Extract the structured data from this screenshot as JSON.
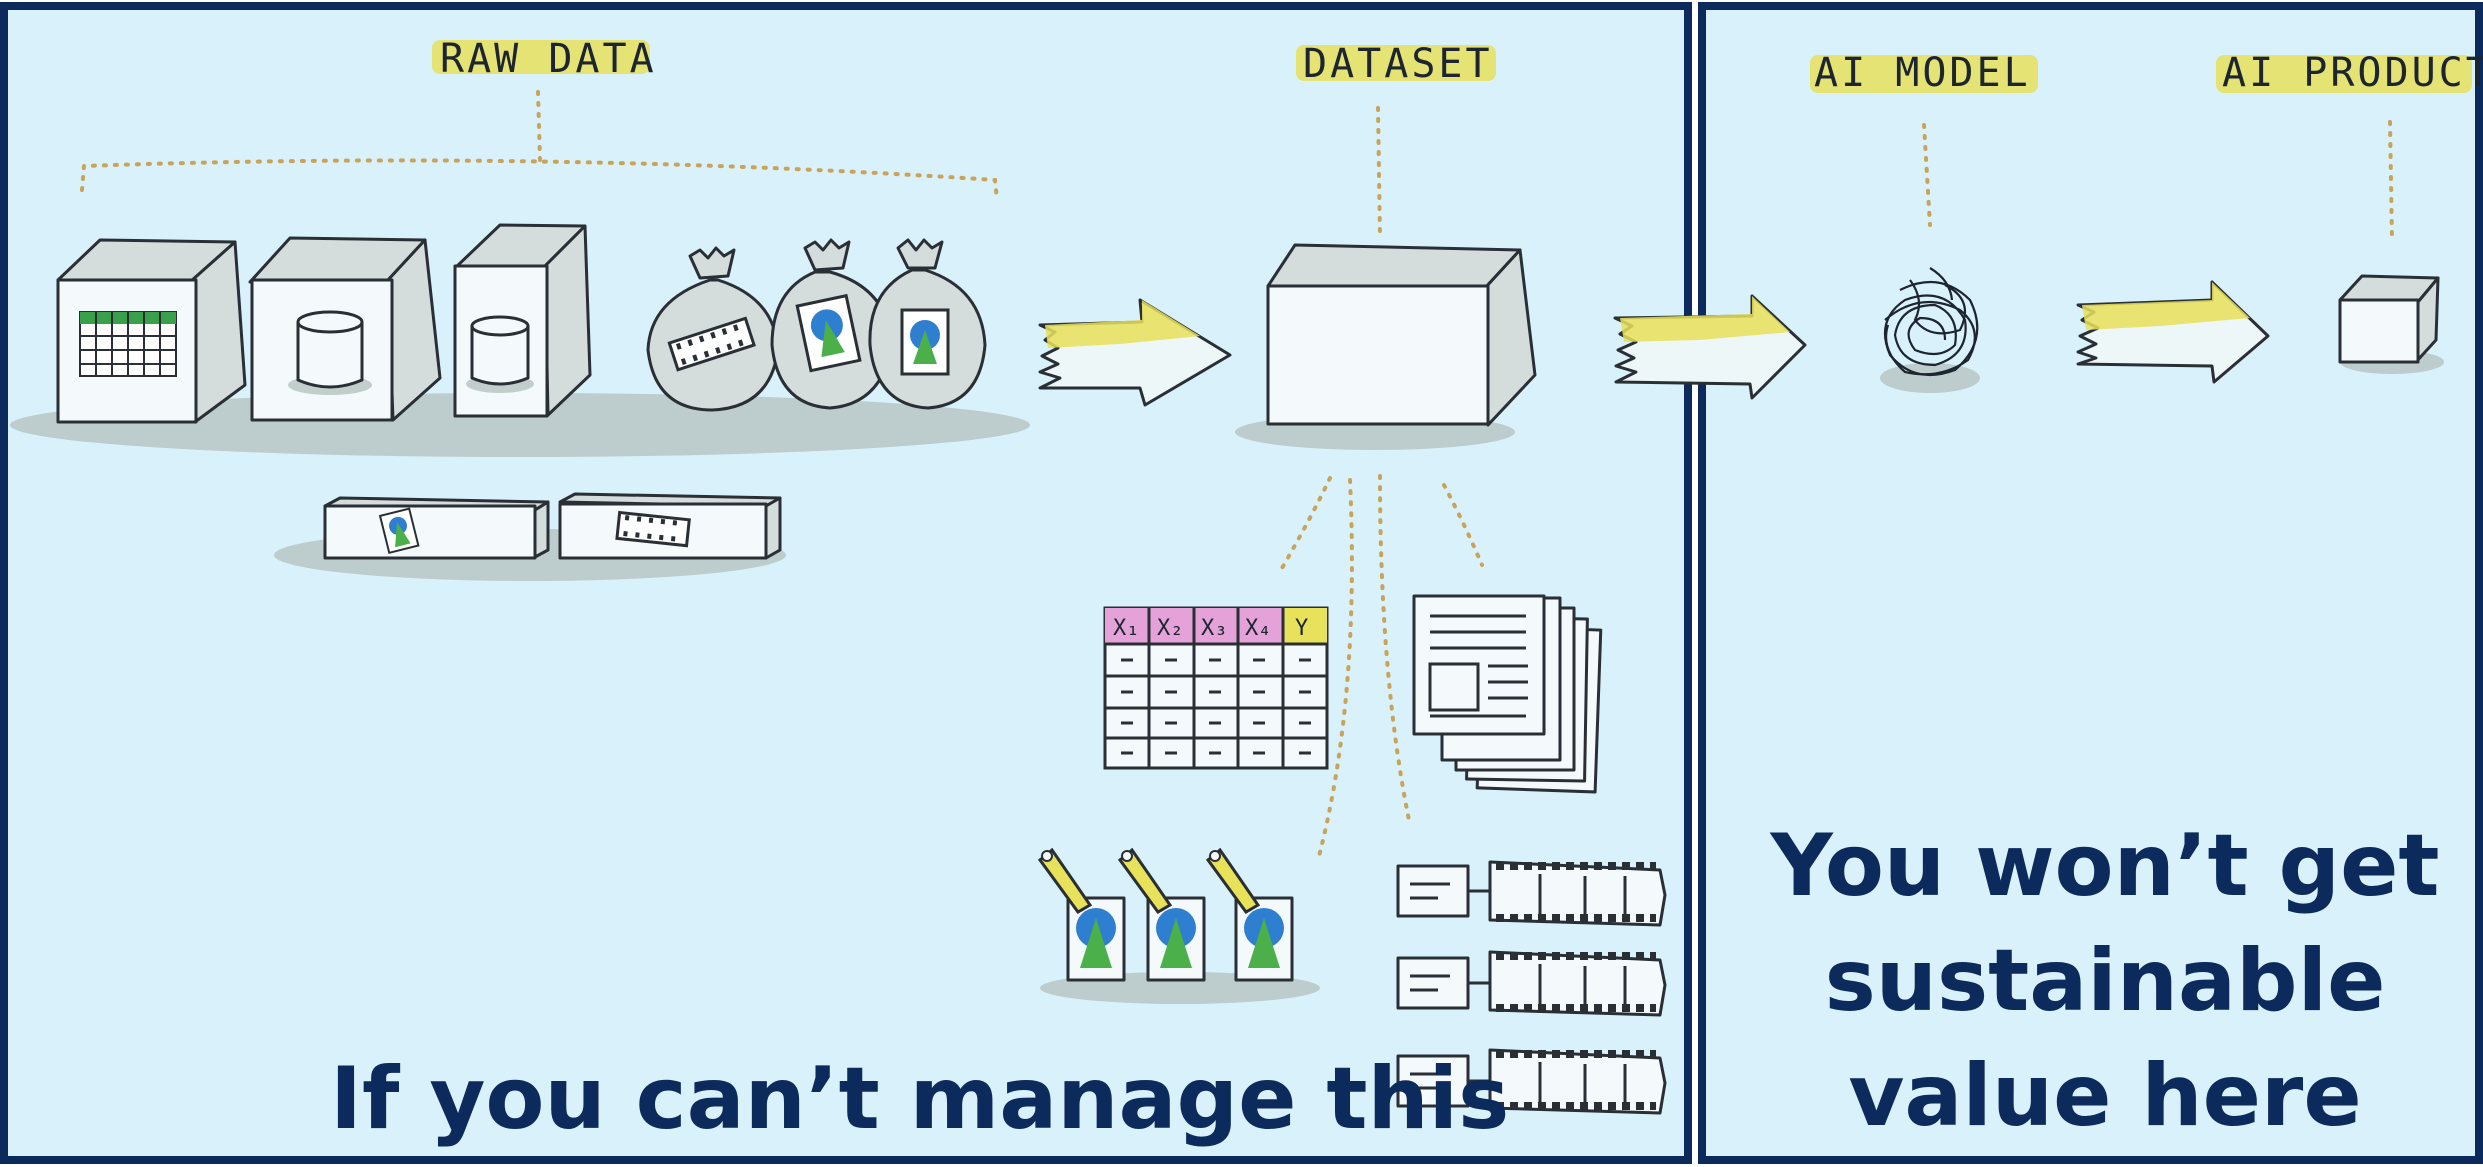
{
  "labels": {
    "raw_data": "RAW DATA",
    "dataset": "DATASET",
    "ai_model": "AI MODEL",
    "ai_product": "AI PRODUCT"
  },
  "table": {
    "headers": [
      "X₁",
      "X₂",
      "X₃",
      "X₄",
      "Y"
    ],
    "cell": "-"
  },
  "captions": {
    "left": "If you can’t manage this",
    "right_line1": "You won’t get",
    "right_line2": "sustainable",
    "right_line3": "value here"
  },
  "colors": {
    "background": "#d8f1fa",
    "border": "#0c2a5b",
    "highlight": "#e8e15a",
    "caption": "#0c2a5b"
  },
  "icons": [
    "box-icon",
    "bag-icon",
    "arrow-icon",
    "document-stack-icon",
    "labeled-image-icon",
    "video-strip-icon",
    "scribble-icon"
  ]
}
